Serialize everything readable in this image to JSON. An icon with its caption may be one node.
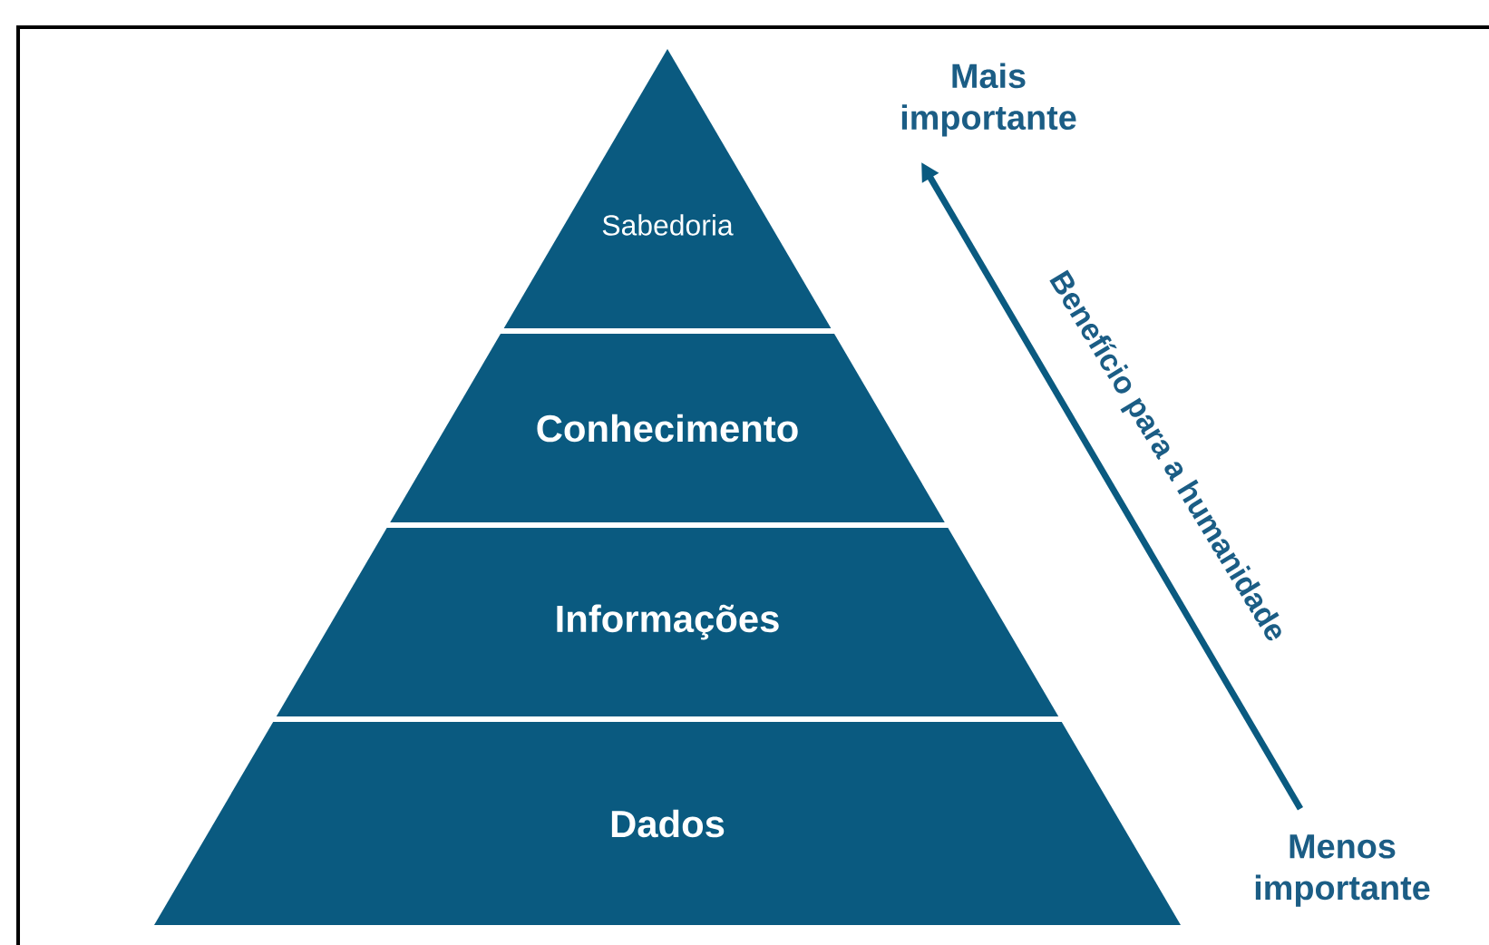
{
  "diagram": {
    "nodes": [
      {
        "text": [
          "Sabedoria"
        ]
      },
      {
        "text": [
          "Conhecimento"
        ]
      },
      {
        "text": [
          "Informações"
        ]
      },
      {
        "text": [
          "Dados"
        ]
      },
      {
        "text": [
          "Mais importante"
        ]
      },
      {
        "text": [
          "Menos importante"
        ]
      }
    ],
    "edges": [
      {
        "from": 5,
        "to": 4,
        "arrow": "to",
        "label": "Benefício para a humanidade"
      }
    ]
  }
}
